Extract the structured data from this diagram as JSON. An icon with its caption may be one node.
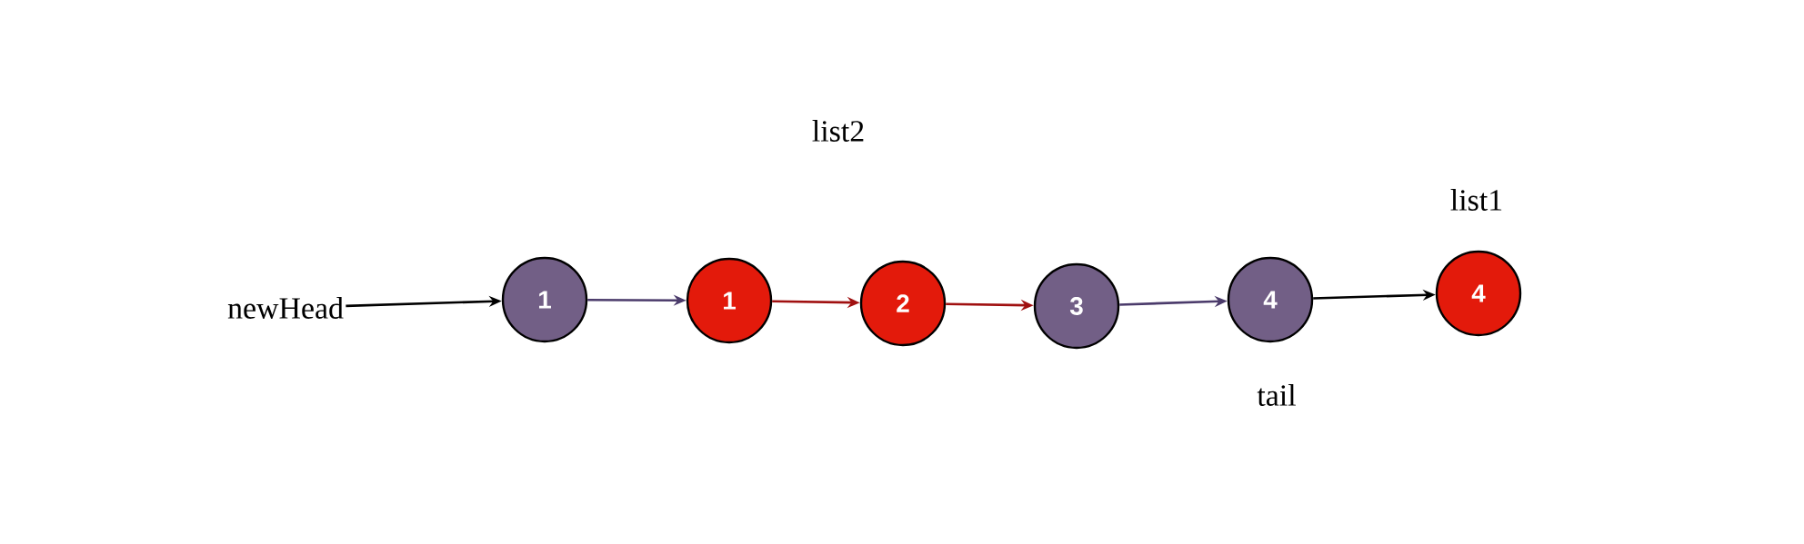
{
  "diagram": {
    "nodes": [
      {
        "text": [
          "newHead"
        ]
      },
      {
        "text": [
          "1"
        ]
      },
      {
        "text": [
          "1"
        ]
      },
      {
        "text": [
          "2"
        ]
      },
      {
        "text": [
          "3"
        ]
      },
      {
        "text": [
          "4"
        ],
        "beside": [
          "tail"
        ]
      },
      {
        "text": [
          "4"
        ],
        "beside": [
          "list1"
        ]
      }
    ],
    "edges": [
      {
        "from": 0,
        "to": 1,
        "arrow": "to",
        "color": "#000000"
      },
      {
        "from": 1,
        "to": 2,
        "arrow": "to",
        "color": "#4b3b6b"
      },
      {
        "from": 2,
        "to": 3,
        "arrow": "to",
        "color": "#a01010"
      },
      {
        "from": 3,
        "to": 4,
        "arrow": "to",
        "color": "#a01010"
      },
      {
        "from": 4,
        "to": 5,
        "arrow": "to",
        "color": "#4b3b6b"
      },
      {
        "from": 5,
        "to": 6,
        "arrow": "to",
        "color": "#000000"
      }
    ],
    "labels": [
      "list2"
    ]
  }
}
